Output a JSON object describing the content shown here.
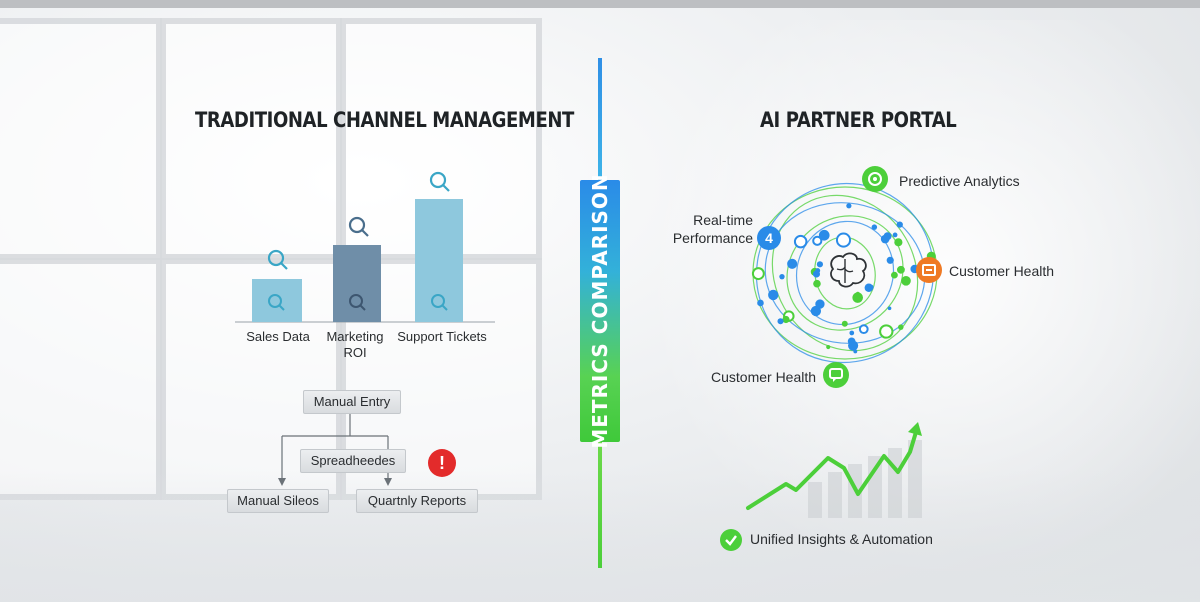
{
  "left_panel": {
    "title": "TRADITIONAL CHANNEL MANAGEMENT",
    "bars": [
      {
        "label": "Sales Data"
      },
      {
        "label": "Marketing ROI"
      },
      {
        "label": "Support Tickets"
      }
    ],
    "flow": {
      "top": "Manual Entry",
      "middle": "Spreadheedes",
      "left": "Manual Sileos",
      "right": "Quartnly Reports",
      "alert_symbol": "!"
    }
  },
  "divider": {
    "label": "METRICS COMPARISON"
  },
  "right_panel": {
    "title": "AI PARTNER PORTAL",
    "nodes": {
      "predictive": "Predictive Analytics",
      "realtime_line1": "Real-time",
      "realtime_line2": "Performance",
      "realtime_badge": "4",
      "health_right": "Customer Health",
      "health_bottom": "Customer Health"
    },
    "footer": "Unified Insights & Automation"
  },
  "colors": {
    "bar_light": "#8ec8dd",
    "bar_dark": "#6f8ea8",
    "accent_blue": "#2a8be8",
    "accent_green": "#4ccf3a",
    "orange": "#ef7a24",
    "alert_red": "#e32b2b"
  }
}
